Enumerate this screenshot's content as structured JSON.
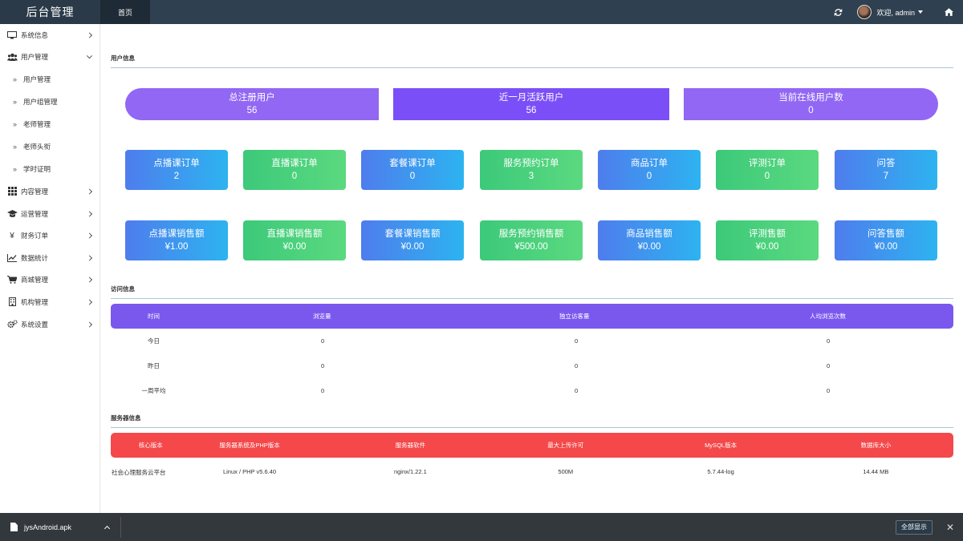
{
  "header": {
    "brand": "后台管理",
    "tab_home": "首页",
    "welcome": "欢迎, admin"
  },
  "sidebar": {
    "items": [
      {
        "label": "系统信息",
        "icon": "monitor-icon"
      },
      {
        "label": "用户管理",
        "icon": "users-icon"
      },
      {
        "label": "内容管理",
        "icon": "grid-icon"
      },
      {
        "label": "运营管理",
        "icon": "graduation-cap-icon"
      },
      {
        "label": "财务订单",
        "icon": "yen-icon"
      },
      {
        "label": "数据统计",
        "icon": "line-chart-icon"
      },
      {
        "label": "商城管理",
        "icon": "cart-icon"
      },
      {
        "label": "机构管理",
        "icon": "building-icon"
      },
      {
        "label": "系统设置",
        "icon": "gears-icon"
      }
    ],
    "subitems": [
      "用户管理",
      "用户组管理",
      "老师管理",
      "老师头衔",
      "学时证明"
    ],
    "sub_marker": "»"
  },
  "user_info": {
    "title": "用户信息",
    "big_stats": [
      {
        "label": "总注册用户",
        "value": "56"
      },
      {
        "label": "近一月活跃用户",
        "value": "56"
      },
      {
        "label": "当前在线用户数",
        "value": "0"
      }
    ],
    "orders": [
      {
        "label": "点播课订单",
        "value": "2"
      },
      {
        "label": "直播课订单",
        "value": "0"
      },
      {
        "label": "套餐课订单",
        "value": "0"
      },
      {
        "label": "服务预约订单",
        "value": "3"
      },
      {
        "label": "商品订单",
        "value": "0"
      },
      {
        "label": "评测订单",
        "value": "0"
      },
      {
        "label": "问答",
        "value": "7"
      }
    ],
    "sales": [
      {
        "label": "点播课销售额",
        "value": "¥1.00"
      },
      {
        "label": "直播课销售额",
        "value": "¥0.00"
      },
      {
        "label": "套餐课销售额",
        "value": "¥0.00"
      },
      {
        "label": "服务预约销售额",
        "value": "¥500.00"
      },
      {
        "label": "商品销售额",
        "value": "¥0.00"
      },
      {
        "label": "评测售额",
        "value": "¥0.00"
      },
      {
        "label": "问答售额",
        "value": "¥0.00"
      }
    ]
  },
  "visit_info": {
    "title": "访问信息",
    "headers": [
      "时间",
      "浏览量",
      "独立访客量",
      "人均浏览次数"
    ],
    "rows": [
      [
        "今日",
        "0",
        "0",
        "0"
      ],
      [
        "昨日",
        "0",
        "0",
        "0"
      ],
      [
        "一周平均",
        "0",
        "0",
        "0"
      ]
    ]
  },
  "server_info": {
    "title": "服务器信息",
    "headers": [
      "核心版本",
      "服务器系统及PHP版本",
      "服务器软件",
      "最大上传许可",
      "MySQL版本",
      "数据库大小"
    ],
    "row": [
      "社会心理服务云平台",
      "Linux / PHP v5.6.40",
      "nginx/1.22.1",
      "500M",
      "5.7.44-log",
      "14.44 MB"
    ]
  },
  "download_bar": {
    "filename": "jysAndroid.apk",
    "show_all": "全部显示",
    "close": "✕"
  },
  "colors": {
    "topbar": "#2f4050",
    "purple_light": "#9167f4",
    "purple_dark": "#7b4ff7",
    "visit_header": "#7a58ee",
    "server_header": "#f4484a"
  }
}
